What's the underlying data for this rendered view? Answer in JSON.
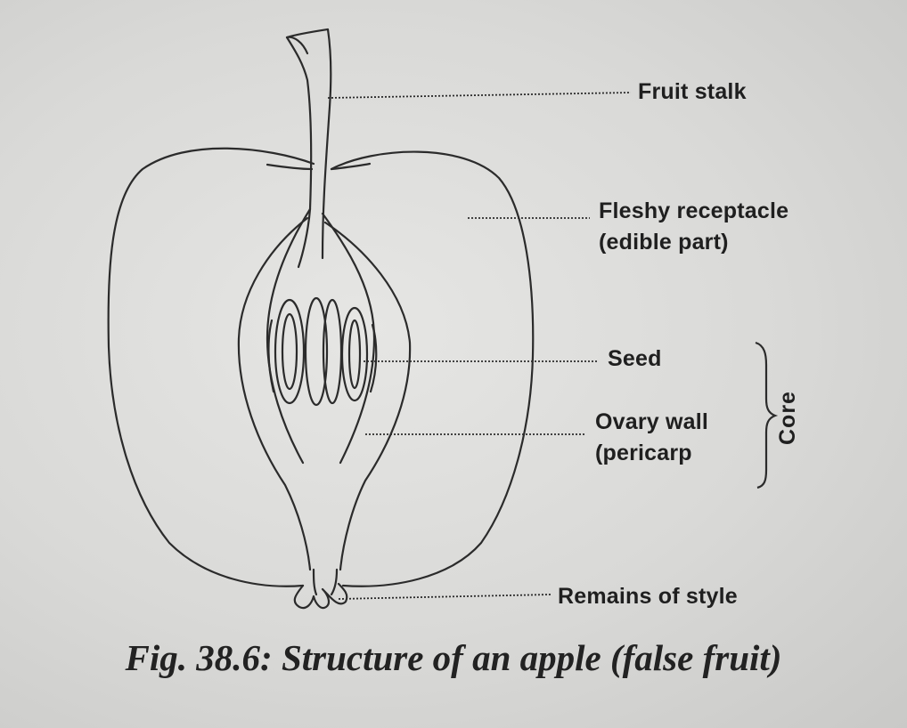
{
  "labels": {
    "fruit_stalk": "Fruit stalk",
    "fleshy_receptacle_line1": "Fleshy receptacle",
    "fleshy_receptacle_line2": "(edible part)",
    "seed": "Seed",
    "ovary_wall_line1": "Ovary wall",
    "ovary_wall_line2": "(pericarp",
    "core": "Core",
    "remains_of_style": "Remains of style"
  },
  "caption": "Fig. 38.6: Structure of an apple (false fruit)",
  "colors": {
    "ink": "#2a2a2a",
    "background": "#dcdcda"
  }
}
